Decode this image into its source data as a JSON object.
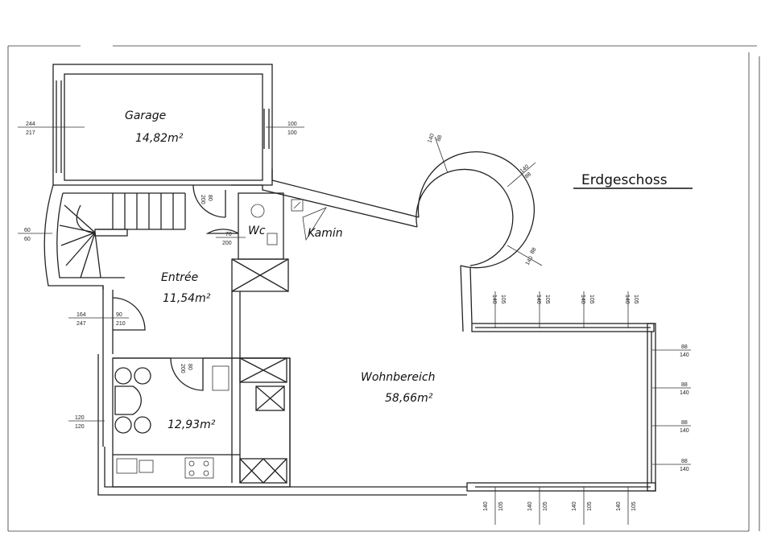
{
  "title": "Erdgeschoss",
  "rooms": {
    "garage": {
      "name": "Garage",
      "area": "14,82m²"
    },
    "wc": {
      "name": "Wc"
    },
    "kamin": {
      "name": "Kamin"
    },
    "entree": {
      "name": "Entrée",
      "area": "11,54m²"
    },
    "kitchen": {
      "area": "12,93m²"
    },
    "living": {
      "name": "Wohnbereich",
      "area": "58,66m²"
    }
  },
  "dimensions": {
    "garage_window_left": [
      "244",
      "217"
    ],
    "garage_window_right": [
      "100",
      "100"
    ],
    "stair_window": [
      "60",
      "60"
    ],
    "entry_window": [
      "164",
      "247"
    ],
    "entry_door": [
      "90",
      "210"
    ],
    "garage_door": [
      "80",
      "200"
    ],
    "wc_door": [
      "70",
      "200"
    ],
    "kitchen_door": [
      "80",
      "200"
    ],
    "kitchen_window": [
      "120",
      "120"
    ],
    "right_windows": [
      [
        "88",
        "140"
      ],
      [
        "88",
        "140"
      ],
      [
        "88",
        "140"
      ],
      [
        "88",
        "140"
      ]
    ],
    "top_windows": [
      [
        "140",
        "105"
      ],
      [
        "140",
        "105"
      ],
      [
        "140",
        "105"
      ],
      [
        "140",
        "105"
      ]
    ],
    "bottom_windows": [
      [
        "140",
        "105"
      ],
      [
        "140",
        "105"
      ],
      [
        "140",
        "105"
      ],
      [
        "140",
        "105"
      ]
    ],
    "round_windows": [
      [
        "140",
        "88"
      ],
      [
        "140",
        "88"
      ],
      [
        "88",
        "140"
      ]
    ]
  }
}
